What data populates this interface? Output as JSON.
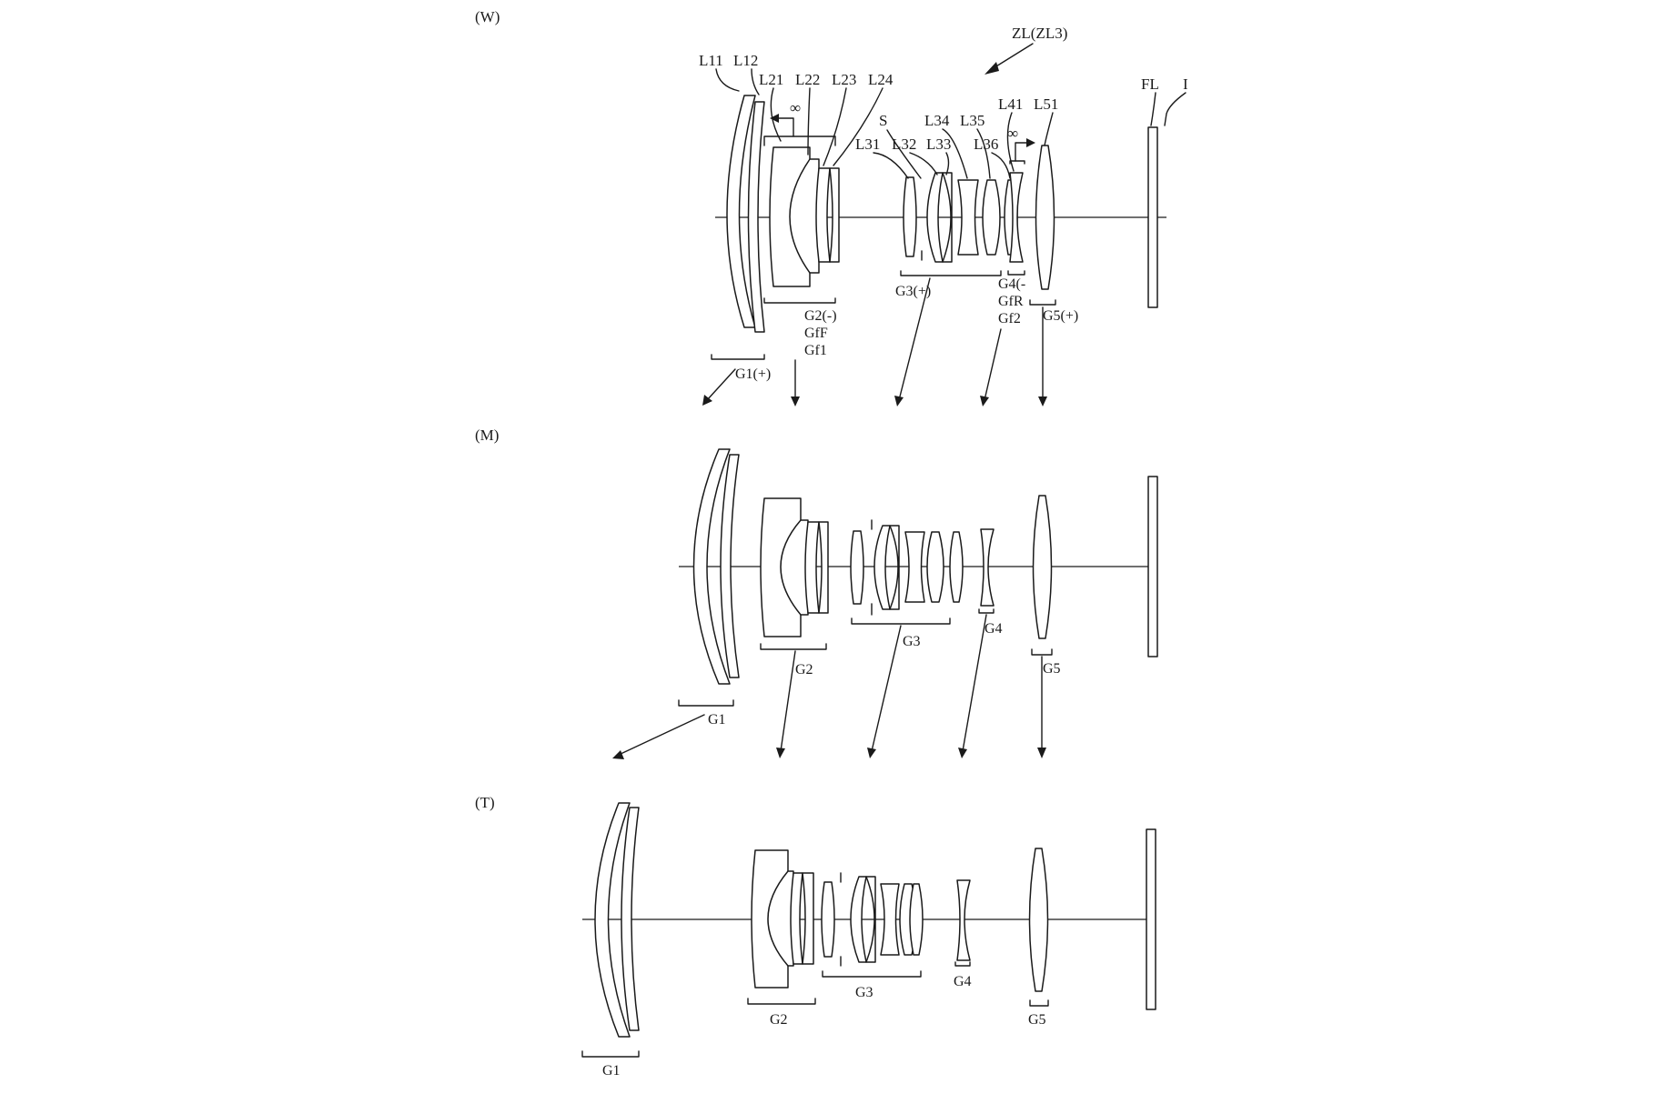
{
  "panels": {
    "wide": {
      "tag": "(W)"
    },
    "middle": {
      "tag": "(M)"
    },
    "tele": {
      "tag": "(T)"
    }
  },
  "system_label": "ZL(ZL3)",
  "infinity_symbol": "∞",
  "lens_labels": {
    "L11": "L11",
    "L12": "L12",
    "L21": "L21",
    "L22": "L22",
    "L23": "L23",
    "L24": "L24",
    "S": "S",
    "L31": "L31",
    "L32": "L32",
    "L33": "L33",
    "L34": "L34",
    "L35": "L35",
    "L36": "L36",
    "L41": "L41",
    "L51": "L51",
    "FL": "FL",
    "I": "I"
  },
  "wide_groups": {
    "G1": "G1(+)",
    "G2": "G2(-)",
    "GfF": "GfF",
    "Gf1": "Gf1",
    "G3": "G3(+)",
    "G4": "G4(-",
    "GfR": "GfR",
    "Gf2": "Gf2",
    "G5": "G5(+)"
  },
  "groups": {
    "G1": "G1",
    "G2": "G2",
    "G3": "G3",
    "G4": "G4",
    "G5": "G5"
  }
}
